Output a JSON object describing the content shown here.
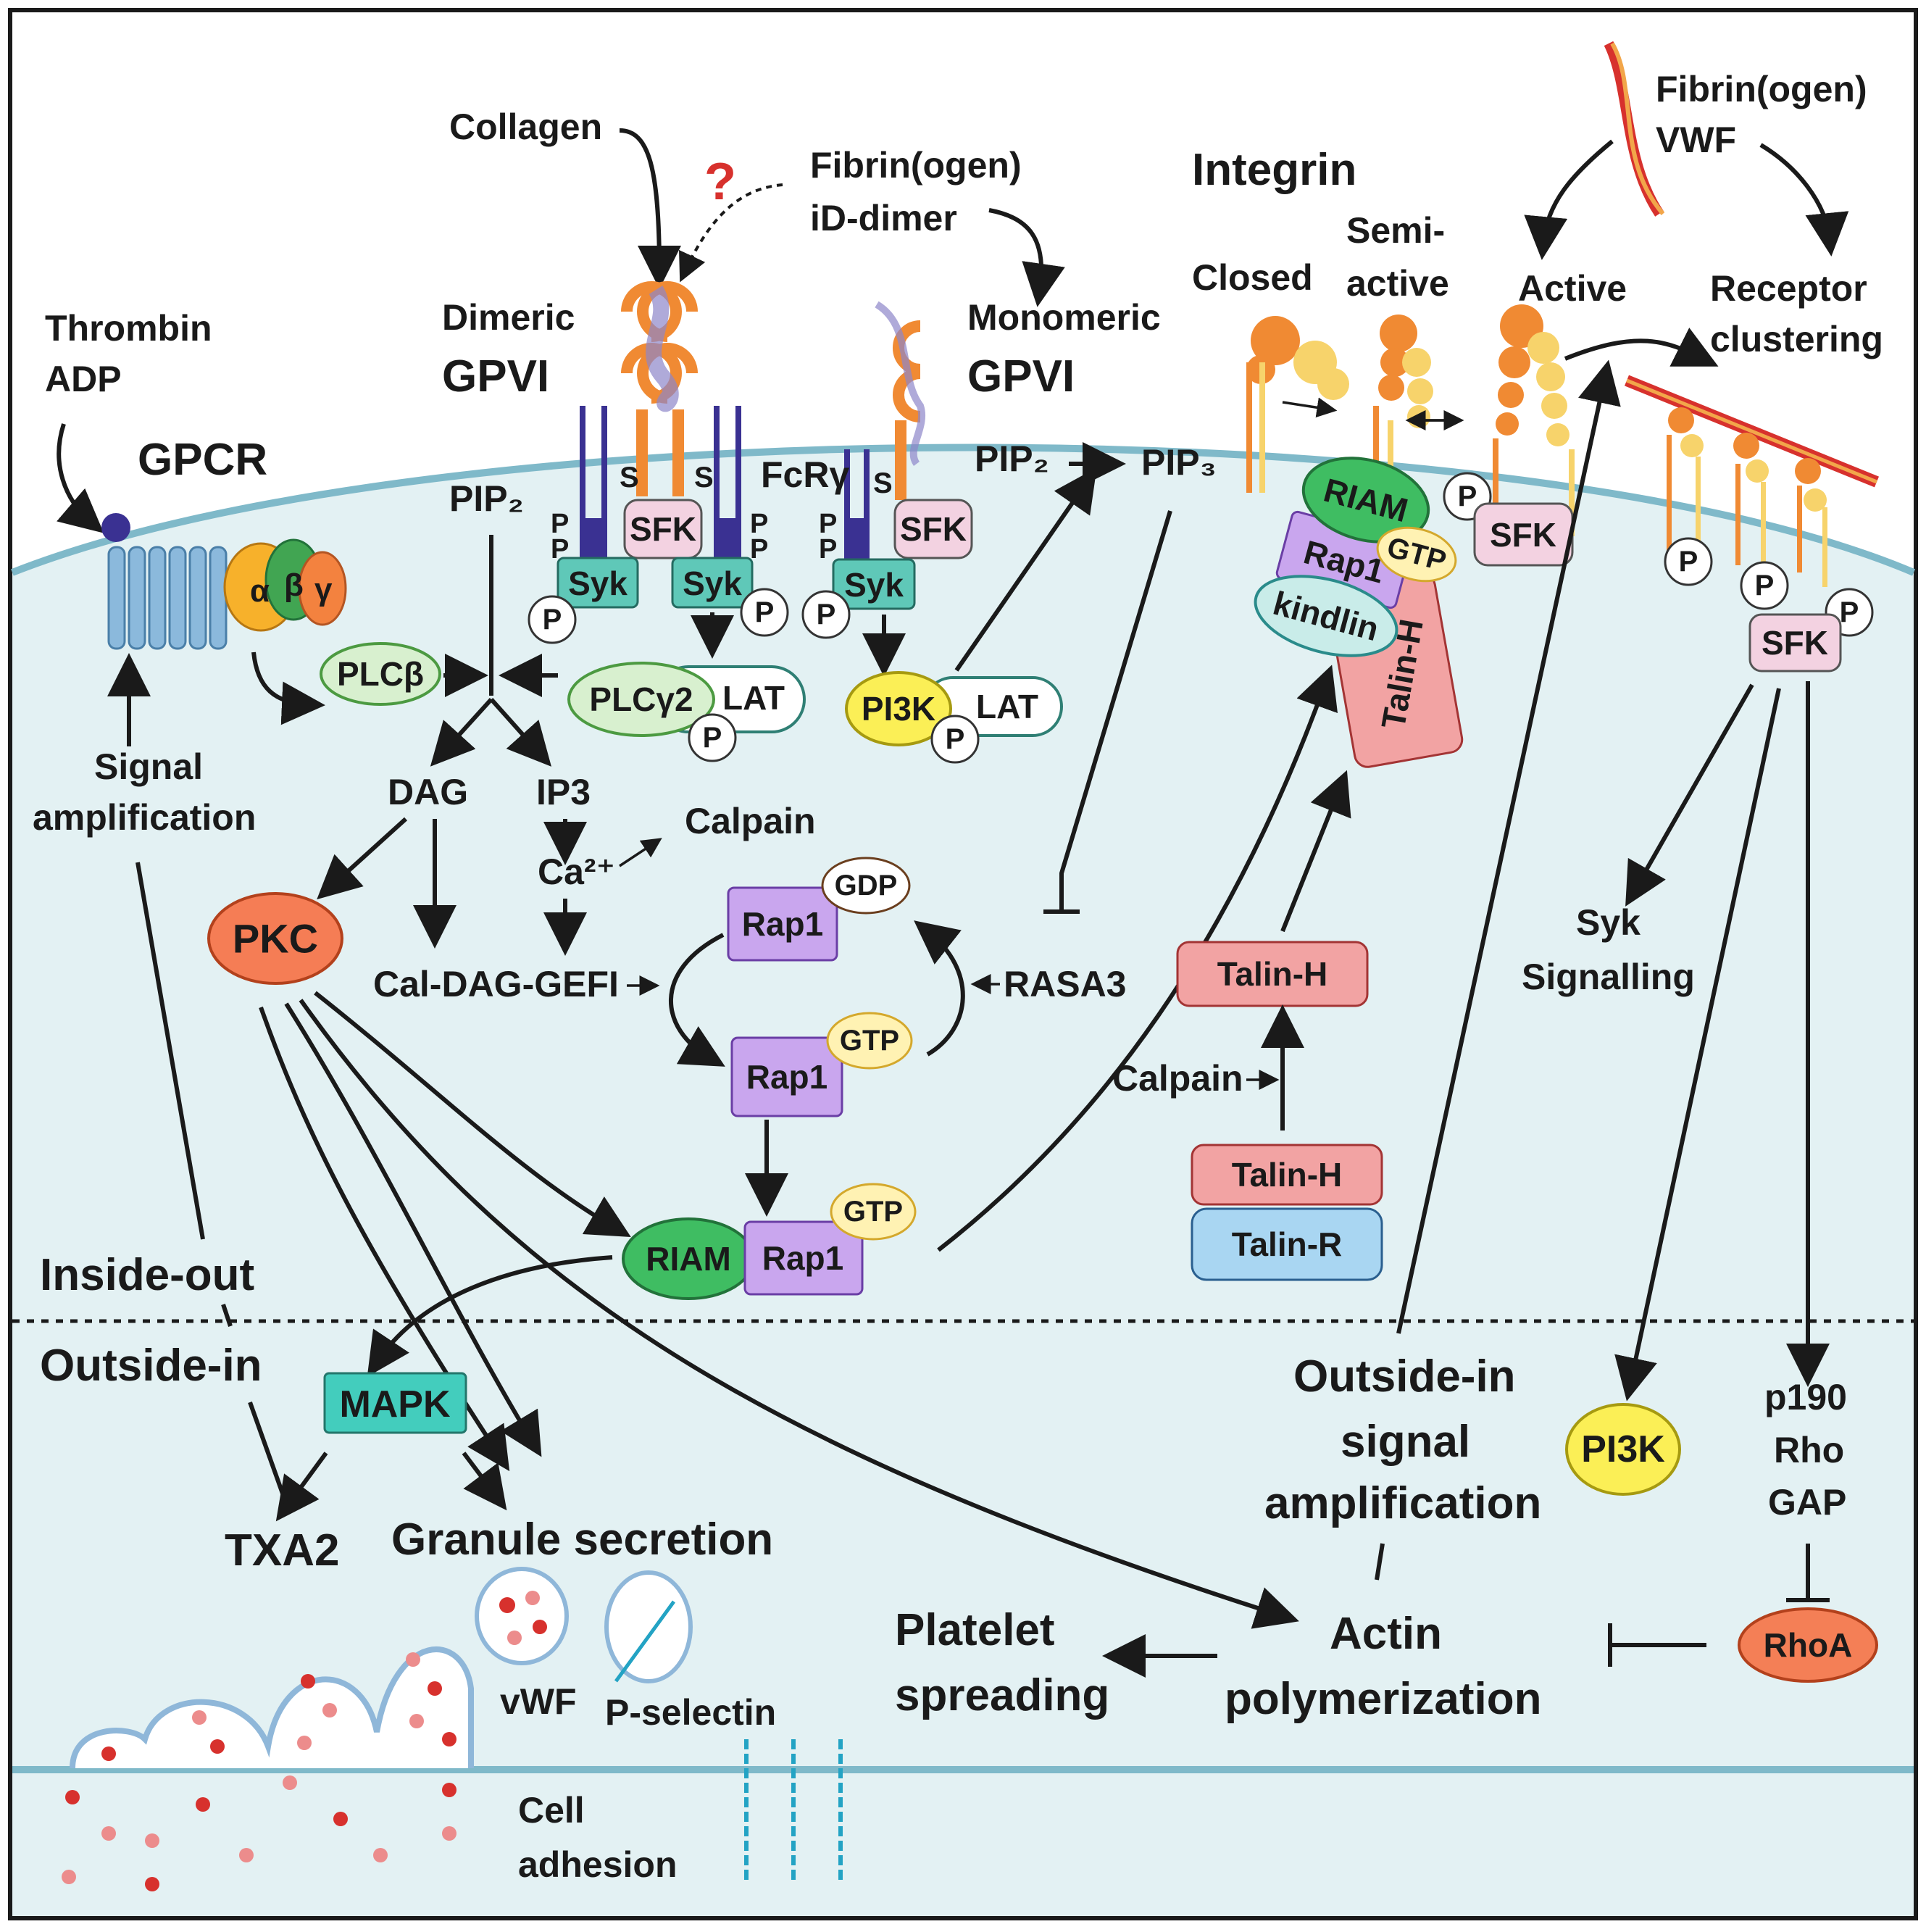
{
  "colors": {
    "cytoplasm": "#e3f1f3",
    "membrane": "#7fb9c9",
    "border": "#1a1a1a",
    "plc_green": "#d8f0cf",
    "sfk_pink": "#f3d2e1",
    "syk_teal": "#5fc8b8",
    "rap1_purple": "#c9a6ee",
    "gtp_yellow": "#fff2b3",
    "pi3k_yellow": "#fbef56",
    "talin_red": "#f2a3a3",
    "talinr_blue": "#a9d6f2",
    "riam_green": "#3fbd62",
    "pkc_orange": "#f57d55",
    "mapk_teal": "#43cdbd",
    "rhoa_orange": "#f47f56",
    "receptor_orange": "#f08a33",
    "integrin_yellow": "#f7d36b"
  },
  "labels": {
    "thrombin": "Thrombin",
    "adp": "ADP",
    "gpcr": "GPCR",
    "alpha": "α",
    "beta": "β",
    "gamma": "γ",
    "plcb": "PLCβ",
    "signal_amp_1": "Signal",
    "signal_amp_2": "amplification",
    "collagen": "Collagen",
    "question": "?",
    "fibrinogen_did_1": "Fibrin(ogen)",
    "fibrinogen_did_2": "iD-dimer",
    "dimeric": "Dimeric",
    "gpvi_left": "GPVI",
    "monomeric": "Monomeric",
    "gpvi_right": "GPVI",
    "fcry": "FcRγ",
    "s": "S",
    "pip2_left": "PIP₂",
    "sfk": "SFK",
    "syk": "Syk",
    "p": "P",
    "plcg2": "PLCγ2",
    "lat": "LAT",
    "pi3k": "PI3K",
    "pip2_right": "PIP₂",
    "pip3": "PIP₃",
    "dag": "DAG",
    "ip3": "IP3",
    "ca": "Ca²⁺",
    "calpain_top": "Calpain",
    "pkc": "PKC",
    "caldag": "Cal-DAG-GEFI",
    "rasa3": "RASA3",
    "rap1": "Rap1",
    "gdp": "GDP",
    "gtp": "GTP",
    "riam": "RIAM",
    "kindlin": "kindlin",
    "talin_h": "Talin-H",
    "talin_r": "Talin-R",
    "calpain_mid": "Calpain",
    "integrin": "Integrin",
    "closed": "Closed",
    "semi_1": "Semi-",
    "semi_2": "active",
    "active": "Active",
    "receptor_1": "Receptor",
    "receptor_2": "clustering",
    "fibrin_vwf_1": "Fibrin(ogen)",
    "fibrin_vwf_2": "VWF",
    "syk_sig_1": "Syk",
    "syk_sig_2": "Signalling",
    "inside_out": "Inside-out",
    "outside_in": "Outside-in",
    "mapk": "MAPK",
    "txa2": "TXA2",
    "granule": "Granule secretion",
    "vwf": "vWF",
    "pselectin": "P-selectin",
    "oi_amp_1": "Outside-in",
    "oi_amp_2": "signal",
    "oi_amp_3": "amplification",
    "pi3k_low": "PI3K",
    "p190_1": "p190",
    "p190_2": "Rho",
    "p190_3": "GAP",
    "rhoa": "RhoA",
    "actin_1": "Actin",
    "actin_2": "polymerization",
    "spread_1": "Platelet",
    "spread_2": "spreading",
    "cell_adh_1": "Cell",
    "cell_adh_2": "adhesion"
  }
}
